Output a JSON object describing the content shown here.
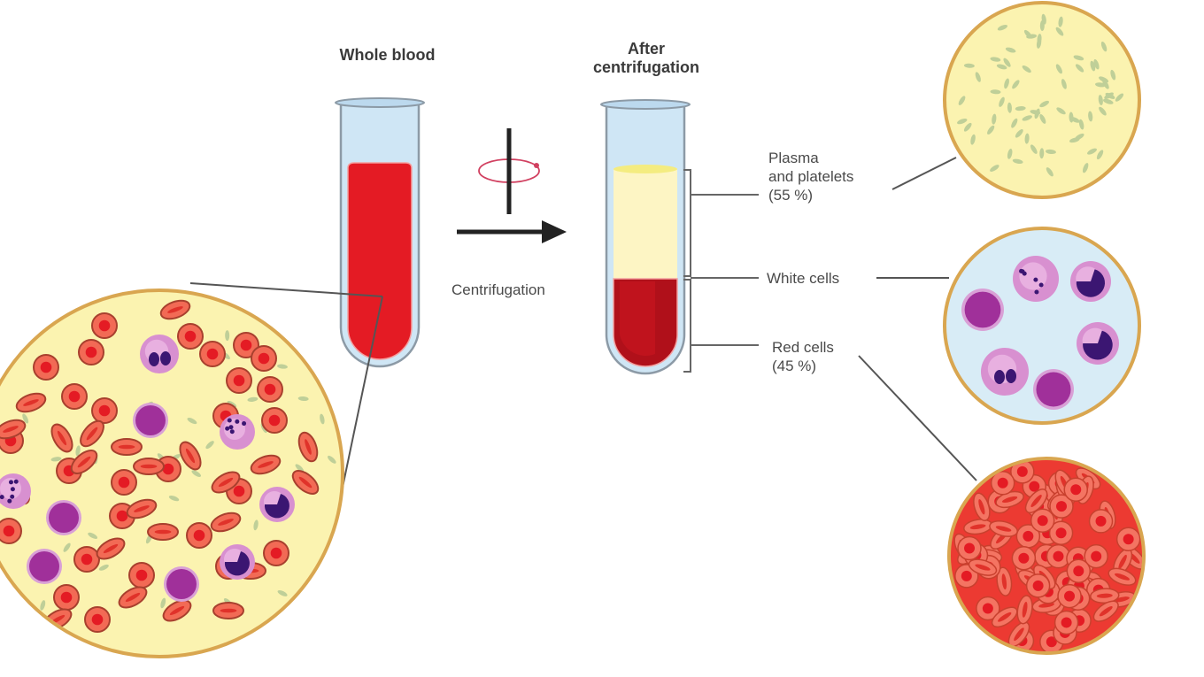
{
  "title_whole_blood": "Whole blood",
  "title_after": [
    "After",
    "centrifugation"
  ],
  "process_label": "Centrifugation",
  "layers": [
    {
      "label": [
        "Plasma",
        "and platelets",
        "(55 %)"
      ],
      "percent": 55
    },
    {
      "label": [
        "White cells"
      ]
    },
    {
      "label": [
        "Red cells",
        "(45 %)"
      ],
      "percent": 45
    }
  ],
  "colors": {
    "blood_red": "#e41b24",
    "dark_red": "#b0101a",
    "plasma_yellow": "#fdf5c4",
    "tube_blue": "#cfe6f5",
    "tube_outline": "#8c9aa6",
    "circle_border": "#d9a650",
    "circle_yellow_bg": "#fbf3b0",
    "circle_blue_bg": "#d8ecf6",
    "wbc_purple": "#a0309a",
    "wbc_nucleus": "#3b1672",
    "line_gray": "#555555",
    "arrow": "#222222",
    "rotation": "#d14060"
  }
}
